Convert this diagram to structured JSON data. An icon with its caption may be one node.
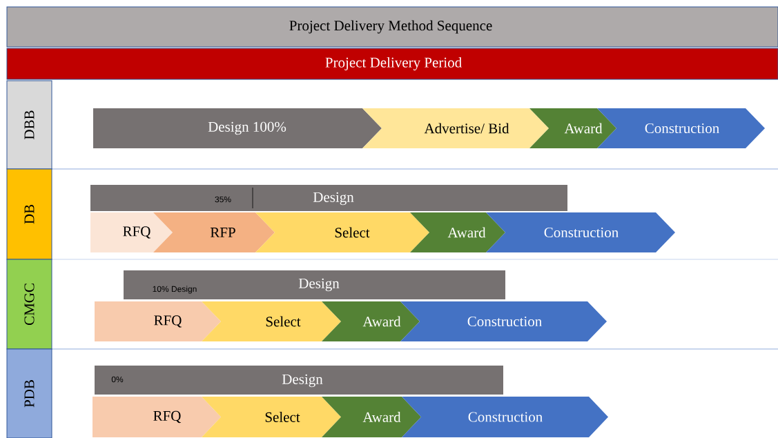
{
  "diagram": {
    "nodes": [
      {
        "text": [
          "Project Delivery Method Sequence"
        ]
      },
      {
        "text": [
          "Project Delivery Period"
        ]
      },
      {
        "text": [
          "DBB"
        ]
      },
      {
        "text": [
          "Design  100%"
        ]
      },
      {
        "text": [
          "Advertise/ Bid"
        ]
      },
      {
        "text": [
          "Award"
        ]
      },
      {
        "text": [
          "Construction"
        ]
      },
      {
        "text": [
          "DB"
        ]
      },
      {
        "text": [
          "35%",
          "Design"
        ]
      },
      {
        "text": [
          "RFQ"
        ]
      },
      {
        "text": [
          "RFP"
        ]
      },
      {
        "text": [
          "Select"
        ]
      },
      {
        "text": [
          "Award"
        ]
      },
      {
        "text": [
          "Construction"
        ]
      },
      {
        "text": [
          "CMGC"
        ]
      },
      {
        "text": [
          "10% Design",
          "Design"
        ]
      },
      {
        "text": [
          "RFQ"
        ]
      },
      {
        "text": [
          "Select"
        ]
      },
      {
        "text": [
          "Award"
        ]
      },
      {
        "text": [
          "Construction"
        ]
      },
      {
        "text": [
          "PDB"
        ]
      },
      {
        "text": [
          "0%",
          "Design"
        ]
      },
      {
        "text": [
          "RFQ"
        ]
      },
      {
        "text": [
          "Select"
        ]
      },
      {
        "text": [
          "Award"
        ]
      },
      {
        "text": [
          "Construction"
        ]
      }
    ]
  }
}
